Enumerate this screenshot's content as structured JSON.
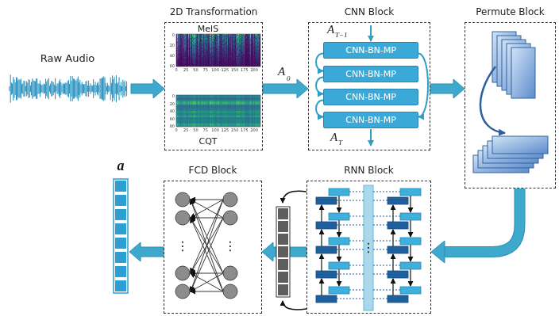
{
  "diagram": {
    "nodes": [
      {
        "text": [
          "Raw Audio"
        ]
      },
      {
        "text": [
          "2D Transformation"
        ]
      },
      {
        "text": [
          "CNN Block"
        ]
      },
      {
        "text": [
          "CNN-BN-MP"
        ],
        "in": 2
      },
      {
        "text": [
          "CNN-BN-MP"
        ],
        "in": 2
      },
      {
        "text": [
          "CNN-BN-MP"
        ],
        "in": 2
      },
      {
        "text": [
          "CNN-BN-MP"
        ],
        "in": 2
      },
      {
        "text": [
          "Permute Block"
        ]
      },
      {
        "text": [
          "RNN Block"
        ]
      },
      {
        "text": [
          "FCD Block"
        ]
      },
      {
        "text": [
          "a"
        ]
      }
    ],
    "edges": [
      {
        "from": 0,
        "to": 1,
        "arrow": "to"
      },
      {
        "from": 1,
        "to": 2,
        "arrow": "to"
      },
      {
        "from": 2,
        "to": 7,
        "arrow": "to"
      },
      {
        "from": 3,
        "to": 4,
        "arrow": "to"
      },
      {
        "from": 4,
        "to": 5,
        "arrow": "to"
      },
      {
        "from": 5,
        "to": 6,
        "arrow": "to"
      },
      {
        "from": 3,
        "to": 6,
        "arrow": "to"
      },
      {
        "from": 7,
        "to": 8,
        "arrow": "to"
      },
      {
        "from": 8,
        "to": 9,
        "arrow": "to"
      },
      {
        "from": 9,
        "to": 10,
        "arrow": "to"
      }
    ],
    "labels": [
      "A",
      "0",
      "A",
      "T−1",
      "A",
      "T",
      "MelS",
      "0",
      "20",
      "40",
      "60",
      "0",
      "25",
      "50",
      "75",
      "100",
      "125",
      "150",
      "175",
      "200",
      "CQT",
      "0",
      "20",
      "40",
      "60",
      "80",
      "0",
      "25",
      "50",
      "75",
      "100",
      "125",
      "150",
      "175",
      "200",
      "⋮",
      "⋮",
      "⋮"
    ]
  }
}
